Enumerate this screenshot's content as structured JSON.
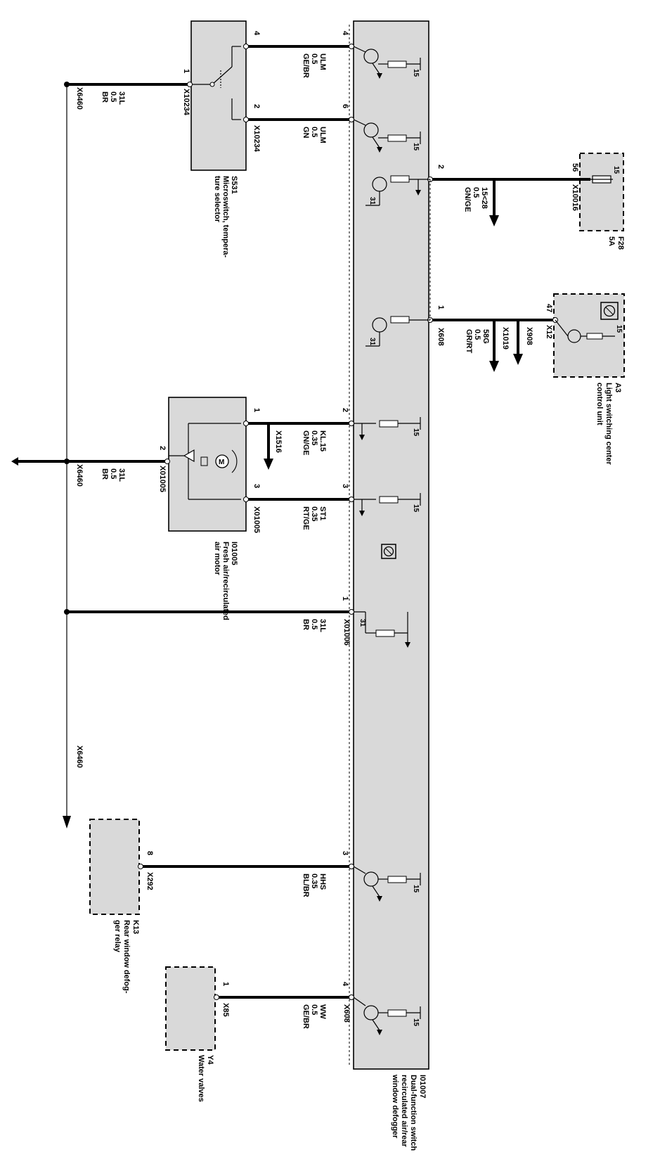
{
  "components": {
    "s531": {
      "name": "S531",
      "label1": "Microswitch, tempera-",
      "label2": "ture selector",
      "pin_a": "4",
      "pin_b": "2",
      "pin_gnd": "1",
      "connector": "X10234"
    },
    "i01005": {
      "name": "I01005",
      "label1": "Fresh air/recirculated",
      "label2": "air motor",
      "pin_a": "1",
      "pin_b": "3",
      "pin_gnd": "2",
      "connector": "X01005",
      "motor_symbol": "M"
    },
    "i01007": {
      "name": "I01007",
      "label1": "Dual-function switch",
      "label2": "recirculated air/rear",
      "label3": "window defogger"
    },
    "f28": {
      "name": "F28",
      "rating": "5A",
      "pin": "56",
      "connector": "X10016",
      "terminal": "15"
    },
    "a3": {
      "name": "A3",
      "label1": "Light switching center",
      "label2": "control unit",
      "pin": "47",
      "connector": "X12",
      "terminal": "15"
    },
    "k13": {
      "name": "K13",
      "label1": "Rear window defog-",
      "label2": "ger relay",
      "pin": "8",
      "connector": "X292"
    },
    "y4": {
      "name": "Y4",
      "label1": "Water valves",
      "pin": "1",
      "connector": "X85"
    }
  },
  "main_pins": {
    "p4_top": "4",
    "p6": "6",
    "p2_mid": "2",
    "p1_mid": "1",
    "p2_motor": "2",
    "p3_motor": "3",
    "p1_gnd": "1",
    "p3_hhs": "3",
    "p4_ww": "4"
  },
  "wires": {
    "w_ulm1": {
      "name": "ULM",
      "size": "0.5",
      "color": "GE/BR"
    },
    "w_ulm2": {
      "name": "ULM",
      "size": "0.5",
      "color": "GN",
      "connector": "X10234"
    },
    "w_gnd1": {
      "name": "31L",
      "size": "0.5",
      "color": "BR",
      "connector": "X6460",
      "comp_connector": "X10234"
    },
    "w_15": {
      "name": "15<28",
      "size": "0.5",
      "color": "GN/GE",
      "pin": "2"
    },
    "w_58": {
      "name": "58G",
      "size": "0.5",
      "color": "GR/RT",
      "pin": "1",
      "connector": "X608",
      "splice1": "X1019",
      "splice2": "X908"
    },
    "w_kl15": {
      "name": "KL.15",
      "size": "0.35",
      "color": "GN/GE",
      "splice": "X1516"
    },
    "w_st1": {
      "name": "ST1",
      "size": "0.35",
      "color": "RT/GE",
      "connector": "X01005"
    },
    "w_gnd2": {
      "name": "31L",
      "size": "0.5",
      "color": "BR",
      "connector": "X6460",
      "comp_connector": "X01005"
    },
    "w_gnd3": {
      "name": "31L",
      "size": "0.5",
      "color": "BR",
      "connector": "X01006",
      "bottom_connector": "X6460"
    },
    "w_hhs": {
      "name": "HHS",
      "size": "0.35",
      "color": "BL/BR"
    },
    "w_ww": {
      "name": "WW",
      "size": "0.5",
      "color": "GE/BR",
      "connector": "X608"
    }
  },
  "terminals": {
    "t15": "15",
    "t31": "31"
  }
}
